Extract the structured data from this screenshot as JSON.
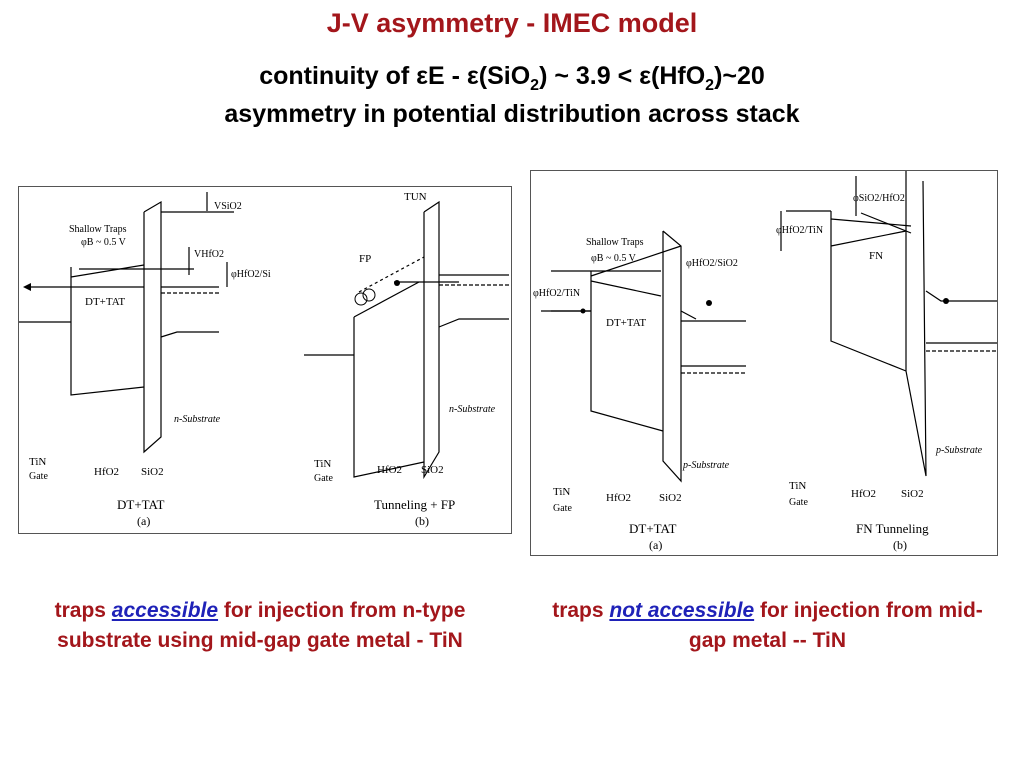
{
  "slide": {
    "title": "J-V asymmetry - IMEC model",
    "subtitle": {
      "l1_a": "continuity of ",
      "eps": "ε",
      "l1_b": "E - ",
      "l1_c": "(SiO",
      "sub2": "2",
      "l1_d": ") ~ 3.9 < ",
      "l1_e": "(HfO",
      "l1_f": ")~20",
      "line2": "asymmetry in potential distribution across stack"
    }
  },
  "left_figure": {
    "labels": {
      "shallow_traps": "Shallow Traps",
      "phi_b": "φB ~ 0.5 V",
      "v_sio2": "VSiO2",
      "v_hfo2": "VHfO2",
      "phi_hfo2_si": "φHfO2/Si",
      "dt_tat": "DT+TAT",
      "n_substrate": "n-Substrate",
      "tin_gate_1": "TiN",
      "tin_gate_2": "Gate",
      "hfo2": "HfO2",
      "sio2": "SiO2",
      "tun": "TUN",
      "fp": "FP",
      "caption_a": "DT+TAT",
      "label_a": "(a)",
      "caption_b": "Tunneling + FP",
      "label_b": "(b)"
    }
  },
  "right_figure": {
    "labels": {
      "shallow_traps": "Shallow Traps",
      "phi_b": "φB ~ 0.5 V",
      "phi_hfo2_sio2": "φHfO2/SiO2",
      "phi_hfo2_tin": "φHfO2/TiN",
      "phi_sio2_hfo2": "φSiO2/HfO2",
      "dt_tat": "DT+TAT",
      "fn": "FN",
      "p_substrate": "p-Substrate",
      "tin_gate_1": "TiN",
      "tin_gate_2": "Gate",
      "hfo2": "HfO2",
      "sio2": "SiO2",
      "caption_a": "DT+TAT",
      "label_a": "(a)",
      "caption_b": "FN Tunneling",
      "label_b": "(b)"
    }
  },
  "captions": {
    "left": {
      "pre": "traps ",
      "highlight": "accessible",
      "post": " for injection from n-type substrate using mid-gap gate metal - TiN"
    },
    "right": {
      "pre": "traps ",
      "highlight": "not accessible",
      "post": " for injection from mid-gap metal -- TiN"
    }
  },
  "colors": {
    "title": "#a3161b",
    "highlight": "#1f22b8",
    "text": "#000000"
  }
}
